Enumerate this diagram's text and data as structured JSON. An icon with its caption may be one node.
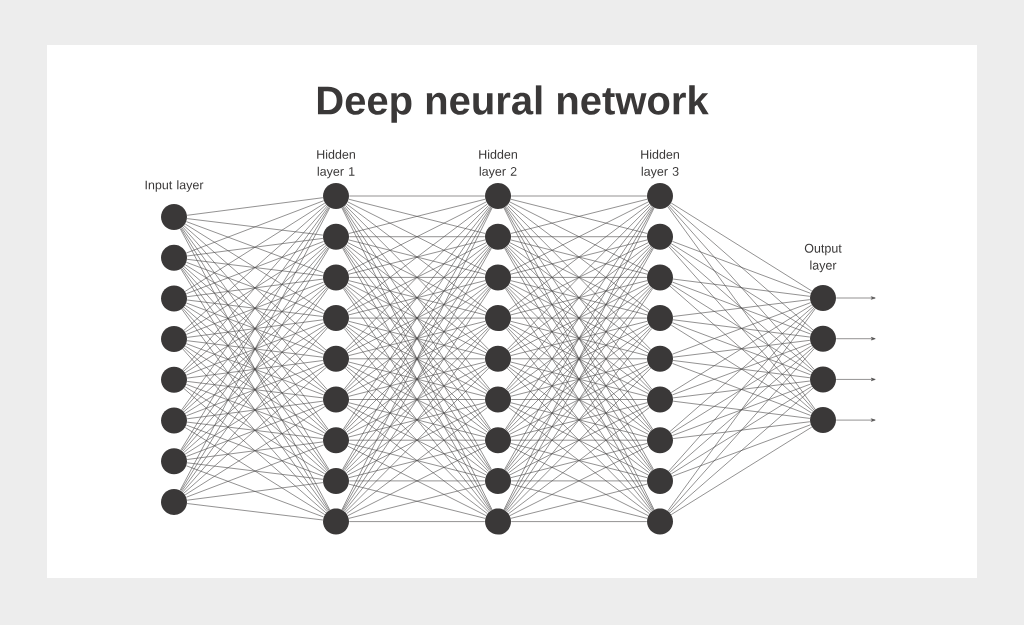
{
  "diagram": {
    "title": "Deep neural network",
    "nodes": [
      {
        "text": [],
        "shape": "circle"
      },
      {
        "text": [],
        "shape": "circle"
      },
      {
        "text": [],
        "shape": "circle"
      },
      {
        "text": [],
        "shape": "circle"
      },
      {
        "text": [],
        "shape": "circle"
      },
      {
        "text": [],
        "shape": "circle"
      },
      {
        "text": [],
        "shape": "circle"
      },
      {
        "text": [],
        "shape": "circle"
      },
      {
        "text": [],
        "shape": "circle"
      },
      {
        "text": [],
        "shape": "circle"
      },
      {
        "text": [],
        "shape": "circle"
      },
      {
        "text": [],
        "shape": "circle"
      },
      {
        "text": [],
        "shape": "circle"
      },
      {
        "text": [],
        "shape": "circle"
      },
      {
        "text": [],
        "shape": "circle"
      },
      {
        "text": [],
        "shape": "circle"
      },
      {
        "text": [],
        "shape": "circle"
      },
      {
        "text": [],
        "shape": "circle"
      },
      {
        "text": [],
        "shape": "circle"
      },
      {
        "text": [],
        "shape": "circle"
      },
      {
        "text": [],
        "shape": "circle"
      },
      {
        "text": [],
        "shape": "circle"
      },
      {
        "text": [],
        "shape": "circle"
      },
      {
        "text": [],
        "shape": "circle"
      },
      {
        "text": [],
        "shape": "circle"
      },
      {
        "text": [],
        "shape": "circle"
      },
      {
        "text": [],
        "shape": "circle"
      },
      {
        "text": [],
        "shape": "circle"
      },
      {
        "text": [],
        "shape": "circle"
      },
      {
        "text": [],
        "shape": "circle"
      },
      {
        "text": [],
        "shape": "circle"
      },
      {
        "text": [],
        "shape": "circle"
      },
      {
        "text": [],
        "shape": "circle"
      },
      {
        "text": [],
        "shape": "circle"
      },
      {
        "text": [],
        "shape": "circle"
      },
      {
        "text": [],
        "shape": "circle"
      },
      {
        "text": [],
        "shape": "circle"
      },
      {
        "text": [],
        "shape": "circle"
      },
      {
        "text": [],
        "shape": "circle"
      }
    ],
    "edges": [
      {
        "from": 0,
        "to": 8,
        "arrow": "none"
      },
      {
        "from": 0,
        "to": 9,
        "arrow": "none"
      },
      {
        "from": 0,
        "to": 10,
        "arrow": "none"
      },
      {
        "from": 0,
        "to": 11,
        "arrow": "none"
      },
      {
        "from": 0,
        "to": 12,
        "arrow": "none"
      },
      {
        "from": 0,
        "to": 13,
        "arrow": "none"
      },
      {
        "from": 0,
        "to": 14,
        "arrow": "none"
      },
      {
        "from": 0,
        "to": 15,
        "arrow": "none"
      },
      {
        "from": 0,
        "to": 16,
        "arrow": "none"
      },
      {
        "from": 1,
        "to": 8,
        "arrow": "none"
      },
      {
        "from": 1,
        "to": 9,
        "arrow": "none"
      },
      {
        "from": 1,
        "to": 10,
        "arrow": "none"
      },
      {
        "from": 1,
        "to": 11,
        "arrow": "none"
      },
      {
        "from": 1,
        "to": 12,
        "arrow": "none"
      },
      {
        "from": 1,
        "to": 13,
        "arrow": "none"
      },
      {
        "from": 1,
        "to": 14,
        "arrow": "none"
      },
      {
        "from": 1,
        "to": 15,
        "arrow": "none"
      },
      {
        "from": 1,
        "to": 16,
        "arrow": "none"
      },
      {
        "from": 2,
        "to": 8,
        "arrow": "none"
      },
      {
        "from": 2,
        "to": 9,
        "arrow": "none"
      },
      {
        "from": 2,
        "to": 10,
        "arrow": "none"
      },
      {
        "from": 2,
        "to": 11,
        "arrow": "none"
      },
      {
        "from": 2,
        "to": 12,
        "arrow": "none"
      },
      {
        "from": 2,
        "to": 13,
        "arrow": "none"
      },
      {
        "from": 2,
        "to": 14,
        "arrow": "none"
      },
      {
        "from": 2,
        "to": 15,
        "arrow": "none"
      },
      {
        "from": 2,
        "to": 16,
        "arrow": "none"
      },
      {
        "from": 3,
        "to": 8,
        "arrow": "none"
      },
      {
        "from": 3,
        "to": 9,
        "arrow": "none"
      },
      {
        "from": 3,
        "to": 10,
        "arrow": "none"
      },
      {
        "from": 3,
        "to": 11,
        "arrow": "none"
      },
      {
        "from": 3,
        "to": 12,
        "arrow": "none"
      },
      {
        "from": 3,
        "to": 13,
        "arrow": "none"
      },
      {
        "from": 3,
        "to": 14,
        "arrow": "none"
      },
      {
        "from": 3,
        "to": 15,
        "arrow": "none"
      },
      {
        "from": 3,
        "to": 16,
        "arrow": "none"
      },
      {
        "from": 4,
        "to": 8,
        "arrow": "none"
      },
      {
        "from": 4,
        "to": 9,
        "arrow": "none"
      },
      {
        "from": 4,
        "to": 10,
        "arrow": "none"
      },
      {
        "from": 4,
        "to": 11,
        "arrow": "none"
      },
      {
        "from": 4,
        "to": 12,
        "arrow": "none"
      },
      {
        "from": 4,
        "to": 13,
        "arrow": "none"
      },
      {
        "from": 4,
        "to": 14,
        "arrow": "none"
      },
      {
        "from": 4,
        "to": 15,
        "arrow": "none"
      },
      {
        "from": 4,
        "to": 16,
        "arrow": "none"
      },
      {
        "from": 5,
        "to": 8,
        "arrow": "none"
      },
      {
        "from": 5,
        "to": 9,
        "arrow": "none"
      },
      {
        "from": 5,
        "to": 10,
        "arrow": "none"
      },
      {
        "from": 5,
        "to": 11,
        "arrow": "none"
      },
      {
        "from": 5,
        "to": 12,
        "arrow": "none"
      },
      {
        "from": 5,
        "to": 13,
        "arrow": "none"
      },
      {
        "from": 5,
        "to": 14,
        "arrow": "none"
      },
      {
        "from": 5,
        "to": 15,
        "arrow": "none"
      },
      {
        "from": 5,
        "to": 16,
        "arrow": "none"
      },
      {
        "from": 6,
        "to": 8,
        "arrow": "none"
      },
      {
        "from": 6,
        "to": 9,
        "arrow": "none"
      },
      {
        "from": 6,
        "to": 10,
        "arrow": "none"
      },
      {
        "from": 6,
        "to": 11,
        "arrow": "none"
      },
      {
        "from": 6,
        "to": 12,
        "arrow": "none"
      },
      {
        "from": 6,
        "to": 13,
        "arrow": "none"
      },
      {
        "from": 6,
        "to": 14,
        "arrow": "none"
      },
      {
        "from": 6,
        "to": 15,
        "arrow": "none"
      },
      {
        "from": 6,
        "to": 16,
        "arrow": "none"
      },
      {
        "from": 7,
        "to": 8,
        "arrow": "none"
      },
      {
        "from": 7,
        "to": 9,
        "arrow": "none"
      },
      {
        "from": 7,
        "to": 10,
        "arrow": "none"
      },
      {
        "from": 7,
        "to": 11,
        "arrow": "none"
      },
      {
        "from": 7,
        "to": 12,
        "arrow": "none"
      },
      {
        "from": 7,
        "to": 13,
        "arrow": "none"
      },
      {
        "from": 7,
        "to": 14,
        "arrow": "none"
      },
      {
        "from": 7,
        "to": 15,
        "arrow": "none"
      },
      {
        "from": 7,
        "to": 16,
        "arrow": "none"
      },
      {
        "from": 8,
        "to": 17,
        "arrow": "none"
      },
      {
        "from": 8,
        "to": 18,
        "arrow": "none"
      },
      {
        "from": 8,
        "to": 19,
        "arrow": "none"
      },
      {
        "from": 8,
        "to": 20,
        "arrow": "none"
      },
      {
        "from": 8,
        "to": 21,
        "arrow": "none"
      },
      {
        "from": 8,
        "to": 22,
        "arrow": "none"
      },
      {
        "from": 8,
        "to": 23,
        "arrow": "none"
      },
      {
        "from": 8,
        "to": 24,
        "arrow": "none"
      },
      {
        "from": 8,
        "to": 25,
        "arrow": "none"
      },
      {
        "from": 9,
        "to": 17,
        "arrow": "none"
      },
      {
        "from": 9,
        "to": 18,
        "arrow": "none"
      },
      {
        "from": 9,
        "to": 19,
        "arrow": "none"
      },
      {
        "from": 9,
        "to": 20,
        "arrow": "none"
      },
      {
        "from": 9,
        "to": 21,
        "arrow": "none"
      },
      {
        "from": 9,
        "to": 22,
        "arrow": "none"
      },
      {
        "from": 9,
        "to": 23,
        "arrow": "none"
      },
      {
        "from": 9,
        "to": 24,
        "arrow": "none"
      },
      {
        "from": 9,
        "to": 25,
        "arrow": "none"
      },
      {
        "from": 10,
        "to": 17,
        "arrow": "none"
      },
      {
        "from": 10,
        "to": 18,
        "arrow": "none"
      },
      {
        "from": 10,
        "to": 19,
        "arrow": "none"
      },
      {
        "from": 10,
        "to": 20,
        "arrow": "none"
      },
      {
        "from": 10,
        "to": 21,
        "arrow": "none"
      },
      {
        "from": 10,
        "to": 22,
        "arrow": "none"
      },
      {
        "from": 10,
        "to": 23,
        "arrow": "none"
      },
      {
        "from": 10,
        "to": 24,
        "arrow": "none"
      },
      {
        "from": 10,
        "to": 25,
        "arrow": "none"
      },
      {
        "from": 11,
        "to": 17,
        "arrow": "none"
      },
      {
        "from": 11,
        "to": 18,
        "arrow": "none"
      },
      {
        "from": 11,
        "to": 19,
        "arrow": "none"
      },
      {
        "from": 11,
        "to": 20,
        "arrow": "none"
      },
      {
        "from": 11,
        "to": 21,
        "arrow": "none"
      },
      {
        "from": 11,
        "to": 22,
        "arrow": "none"
      },
      {
        "from": 11,
        "to": 23,
        "arrow": "none"
      },
      {
        "from": 11,
        "to": 24,
        "arrow": "none"
      },
      {
        "from": 11,
        "to": 25,
        "arrow": "none"
      },
      {
        "from": 12,
        "to": 17,
        "arrow": "none"
      },
      {
        "from": 12,
        "to": 18,
        "arrow": "none"
      },
      {
        "from": 12,
        "to": 19,
        "arrow": "none"
      },
      {
        "from": 12,
        "to": 20,
        "arrow": "none"
      },
      {
        "from": 12,
        "to": 21,
        "arrow": "none"
      },
      {
        "from": 12,
        "to": 22,
        "arrow": "none"
      },
      {
        "from": 12,
        "to": 23,
        "arrow": "none"
      },
      {
        "from": 12,
        "to": 24,
        "arrow": "none"
      },
      {
        "from": 12,
        "to": 25,
        "arrow": "none"
      },
      {
        "from": 13,
        "to": 17,
        "arrow": "none"
      },
      {
        "from": 13,
        "to": 18,
        "arrow": "none"
      },
      {
        "from": 13,
        "to": 19,
        "arrow": "none"
      },
      {
        "from": 13,
        "to": 20,
        "arrow": "none"
      },
      {
        "from": 13,
        "to": 21,
        "arrow": "none"
      },
      {
        "from": 13,
        "to": 22,
        "arrow": "none"
      },
      {
        "from": 13,
        "to": 23,
        "arrow": "none"
      },
      {
        "from": 13,
        "to": 24,
        "arrow": "none"
      },
      {
        "from": 13,
        "to": 25,
        "arrow": "none"
      },
      {
        "from": 14,
        "to": 17,
        "arrow": "none"
      },
      {
        "from": 14,
        "to": 18,
        "arrow": "none"
      },
      {
        "from": 14,
        "to": 19,
        "arrow": "none"
      },
      {
        "from": 14,
        "to": 20,
        "arrow": "none"
      },
      {
        "from": 14,
        "to": 21,
        "arrow": "none"
      },
      {
        "from": 14,
        "to": 22,
        "arrow": "none"
      },
      {
        "from": 14,
        "to": 23,
        "arrow": "none"
      },
      {
        "from": 14,
        "to": 24,
        "arrow": "none"
      },
      {
        "from": 14,
        "to": 25,
        "arrow": "none"
      },
      {
        "from": 15,
        "to": 17,
        "arrow": "none"
      },
      {
        "from": 15,
        "to": 18,
        "arrow": "none"
      },
      {
        "from": 15,
        "to": 19,
        "arrow": "none"
      },
      {
        "from": 15,
        "to": 20,
        "arrow": "none"
      },
      {
        "from": 15,
        "to": 21,
        "arrow": "none"
      },
      {
        "from": 15,
        "to": 22,
        "arrow": "none"
      },
      {
        "from": 15,
        "to": 23,
        "arrow": "none"
      },
      {
        "from": 15,
        "to": 24,
        "arrow": "none"
      },
      {
        "from": 15,
        "to": 25,
        "arrow": "none"
      },
      {
        "from": 16,
        "to": 17,
        "arrow": "none"
      },
      {
        "from": 16,
        "to": 18,
        "arrow": "none"
      },
      {
        "from": 16,
        "to": 19,
        "arrow": "none"
      },
      {
        "from": 16,
        "to": 20,
        "arrow": "none"
      },
      {
        "from": 16,
        "to": 21,
        "arrow": "none"
      },
      {
        "from": 16,
        "to": 22,
        "arrow": "none"
      },
      {
        "from": 16,
        "to": 23,
        "arrow": "none"
      },
      {
        "from": 16,
        "to": 24,
        "arrow": "none"
      },
      {
        "from": 16,
        "to": 25,
        "arrow": "none"
      },
      {
        "from": 17,
        "to": 26,
        "arrow": "none"
      },
      {
        "from": 17,
        "to": 27,
        "arrow": "none"
      },
      {
        "from": 17,
        "to": 28,
        "arrow": "none"
      },
      {
        "from": 17,
        "to": 29,
        "arrow": "none"
      },
      {
        "from": 17,
        "to": 30,
        "arrow": "none"
      },
      {
        "from": 17,
        "to": 31,
        "arrow": "none"
      },
      {
        "from": 17,
        "to": 32,
        "arrow": "none"
      },
      {
        "from": 17,
        "to": 33,
        "arrow": "none"
      },
      {
        "from": 17,
        "to": 34,
        "arrow": "none"
      },
      {
        "from": 18,
        "to": 26,
        "arrow": "none"
      },
      {
        "from": 18,
        "to": 27,
        "arrow": "none"
      },
      {
        "from": 18,
        "to": 28,
        "arrow": "none"
      },
      {
        "from": 18,
        "to": 29,
        "arrow": "none"
      },
      {
        "from": 18,
        "to": 30,
        "arrow": "none"
      },
      {
        "from": 18,
        "to": 31,
        "arrow": "none"
      },
      {
        "from": 18,
        "to": 32,
        "arrow": "none"
      },
      {
        "from": 18,
        "to": 33,
        "arrow": "none"
      },
      {
        "from": 18,
        "to": 34,
        "arrow": "none"
      },
      {
        "from": 19,
        "to": 26,
        "arrow": "none"
      },
      {
        "from": 19,
        "to": 27,
        "arrow": "none"
      },
      {
        "from": 19,
        "to": 28,
        "arrow": "none"
      },
      {
        "from": 19,
        "to": 29,
        "arrow": "none"
      },
      {
        "from": 19,
        "to": 30,
        "arrow": "none"
      },
      {
        "from": 19,
        "to": 31,
        "arrow": "none"
      },
      {
        "from": 19,
        "to": 32,
        "arrow": "none"
      },
      {
        "from": 19,
        "to": 33,
        "arrow": "none"
      },
      {
        "from": 19,
        "to": 34,
        "arrow": "none"
      },
      {
        "from": 20,
        "to": 26,
        "arrow": "none"
      },
      {
        "from": 20,
        "to": 27,
        "arrow": "none"
      },
      {
        "from": 20,
        "to": 28,
        "arrow": "none"
      },
      {
        "from": 20,
        "to": 29,
        "arrow": "none"
      },
      {
        "from": 20,
        "to": 30,
        "arrow": "none"
      },
      {
        "from": 20,
        "to": 31,
        "arrow": "none"
      },
      {
        "from": 20,
        "to": 32,
        "arrow": "none"
      },
      {
        "from": 20,
        "to": 33,
        "arrow": "none"
      },
      {
        "from": 20,
        "to": 34,
        "arrow": "none"
      },
      {
        "from": 21,
        "to": 26,
        "arrow": "none"
      },
      {
        "from": 21,
        "to": 27,
        "arrow": "none"
      },
      {
        "from": 21,
        "to": 28,
        "arrow": "none"
      },
      {
        "from": 21,
        "to": 29,
        "arrow": "none"
      },
      {
        "from": 21,
        "to": 30,
        "arrow": "none"
      },
      {
        "from": 21,
        "to": 31,
        "arrow": "none"
      },
      {
        "from": 21,
        "to": 32,
        "arrow": "none"
      },
      {
        "from": 21,
        "to": 33,
        "arrow": "none"
      },
      {
        "from": 21,
        "to": 34,
        "arrow": "none"
      },
      {
        "from": 22,
        "to": 26,
        "arrow": "none"
      },
      {
        "from": 22,
        "to": 27,
        "arrow": "none"
      },
      {
        "from": 22,
        "to": 28,
        "arrow": "none"
      },
      {
        "from": 22,
        "to": 29,
        "arrow": "none"
      },
      {
        "from": 22,
        "to": 30,
        "arrow": "none"
      },
      {
        "from": 22,
        "to": 31,
        "arrow": "none"
      },
      {
        "from": 22,
        "to": 32,
        "arrow": "none"
      },
      {
        "from": 22,
        "to": 33,
        "arrow": "none"
      },
      {
        "from": 22,
        "to": 34,
        "arrow": "none"
      },
      {
        "from": 23,
        "to": 26,
        "arrow": "none"
      },
      {
        "from": 23,
        "to": 27,
        "arrow": "none"
      },
      {
        "from": 23,
        "to": 28,
        "arrow": "none"
      },
      {
        "from": 23,
        "to": 29,
        "arrow": "none"
      },
      {
        "from": 23,
        "to": 30,
        "arrow": "none"
      },
      {
        "from": 23,
        "to": 31,
        "arrow": "none"
      },
      {
        "from": 23,
        "to": 32,
        "arrow": "none"
      },
      {
        "from": 23,
        "to": 33,
        "arrow": "none"
      },
      {
        "from": 23,
        "to": 34,
        "arrow": "none"
      },
      {
        "from": 24,
        "to": 26,
        "arrow": "none"
      },
      {
        "from": 24,
        "to": 27,
        "arrow": "none"
      },
      {
        "from": 24,
        "to": 28,
        "arrow": "none"
      },
      {
        "from": 24,
        "to": 29,
        "arrow": "none"
      },
      {
        "from": 24,
        "to": 30,
        "arrow": "none"
      },
      {
        "from": 24,
        "to": 31,
        "arrow": "none"
      },
      {
        "from": 24,
        "to": 32,
        "arrow": "none"
      },
      {
        "from": 24,
        "to": 33,
        "arrow": "none"
      },
      {
        "from": 24,
        "to": 34,
        "arrow": "none"
      },
      {
        "from": 25,
        "to": 26,
        "arrow": "none"
      },
      {
        "from": 25,
        "to": 27,
        "arrow": "none"
      },
      {
        "from": 25,
        "to": 28,
        "arrow": "none"
      },
      {
        "from": 25,
        "to": 29,
        "arrow": "none"
      },
      {
        "from": 25,
        "to": 30,
        "arrow": "none"
      },
      {
        "from": 25,
        "to": 31,
        "arrow": "none"
      },
      {
        "from": 25,
        "to": 32,
        "arrow": "none"
      },
      {
        "from": 25,
        "to": 33,
        "arrow": "none"
      },
      {
        "from": 25,
        "to": 34,
        "arrow": "none"
      },
      {
        "from": 26,
        "to": 35,
        "arrow": "none"
      },
      {
        "from": 26,
        "to": 36,
        "arrow": "none"
      },
      {
        "from": 26,
        "to": 37,
        "arrow": "none"
      },
      {
        "from": 26,
        "to": 38,
        "arrow": "none"
      },
      {
        "from": 27,
        "to": 35,
        "arrow": "none"
      },
      {
        "from": 27,
        "to": 36,
        "arrow": "none"
      },
      {
        "from": 27,
        "to": 37,
        "arrow": "none"
      },
      {
        "from": 27,
        "to": 38,
        "arrow": "none"
      },
      {
        "from": 28,
        "to": 35,
        "arrow": "none"
      },
      {
        "from": 28,
        "to": 36,
        "arrow": "none"
      },
      {
        "from": 28,
        "to": 37,
        "arrow": "none"
      },
      {
        "from": 28,
        "to": 38,
        "arrow": "none"
      },
      {
        "from": 29,
        "to": 35,
        "arrow": "none"
      },
      {
        "from": 29,
        "to": 36,
        "arrow": "none"
      },
      {
        "from": 29,
        "to": 37,
        "arrow": "none"
      },
      {
        "from": 29,
        "to": 38,
        "arrow": "none"
      },
      {
        "from": 30,
        "to": 35,
        "arrow": "none"
      },
      {
        "from": 30,
        "to": 36,
        "arrow": "none"
      },
      {
        "from": 30,
        "to": 37,
        "arrow": "none"
      },
      {
        "from": 30,
        "to": 38,
        "arrow": "none"
      },
      {
        "from": 31,
        "to": 35,
        "arrow": "none"
      },
      {
        "from": 31,
        "to": 36,
        "arrow": "none"
      },
      {
        "from": 31,
        "to": 37,
        "arrow": "none"
      },
      {
        "from": 31,
        "to": 38,
        "arrow": "none"
      },
      {
        "from": 32,
        "to": 35,
        "arrow": "none"
      },
      {
        "from": 32,
        "to": 36,
        "arrow": "none"
      },
      {
        "from": 32,
        "to": 37,
        "arrow": "none"
      },
      {
        "from": 32,
        "to": 38,
        "arrow": "none"
      },
      {
        "from": 33,
        "to": 35,
        "arrow": "none"
      },
      {
        "from": 33,
        "to": 36,
        "arrow": "none"
      },
      {
        "from": 33,
        "to": 37,
        "arrow": "none"
      },
      {
        "from": 33,
        "to": 38,
        "arrow": "none"
      },
      {
        "from": 34,
        "to": 35,
        "arrow": "none"
      },
      {
        "from": 34,
        "to": 36,
        "arrow": "none"
      },
      {
        "from": 34,
        "to": 37,
        "arrow": "none"
      },
      {
        "from": 34,
        "to": 38,
        "arrow": "none"
      },
      {
        "from": 35,
        "to": null,
        "arrow": "to"
      },
      {
        "from": 36,
        "to": null,
        "arrow": "to"
      },
      {
        "from": 37,
        "to": null,
        "arrow": "to"
      },
      {
        "from": 38,
        "to": null,
        "arrow": "to"
      }
    ],
    "labels": [
      "Input layer",
      "Hidden layer 1",
      "Hidden layer 2",
      "Hidden layer 3",
      "Output layer"
    ]
  }
}
